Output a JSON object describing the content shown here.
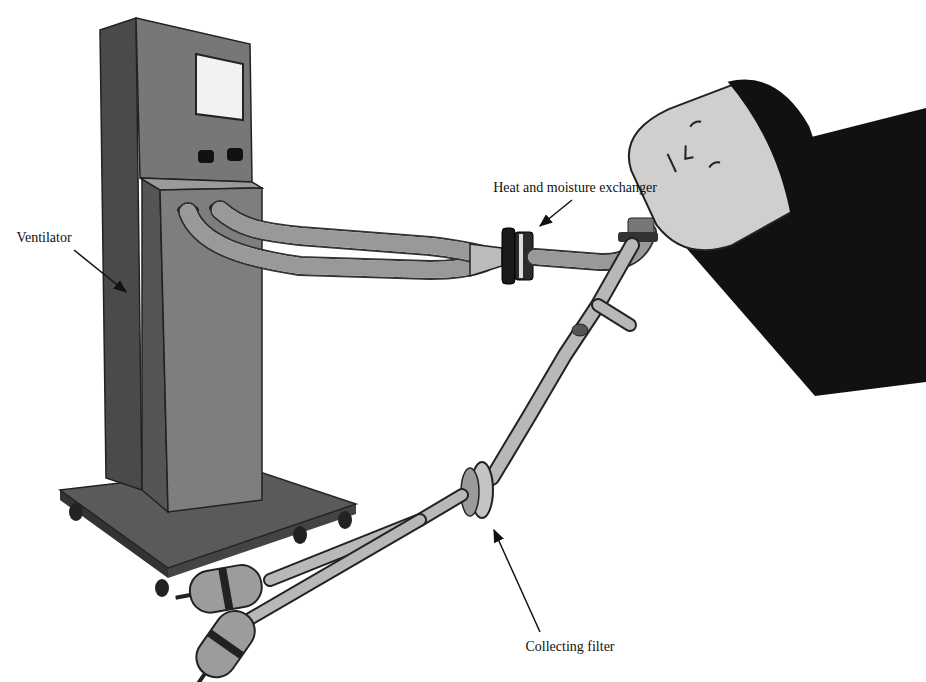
{
  "diagram": {
    "labels": [
      "Heat and moisture exchanger",
      "Ventilator",
      "Collecting filter"
    ]
  }
}
